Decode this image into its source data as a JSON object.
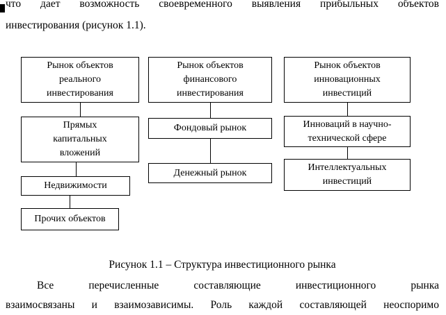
{
  "document": {
    "intro_line1": "что дает возможность своевременного выявления прибыльных объектов",
    "intro_line2": "инвестирования (рисунок 1.1).",
    "caption": "Рисунок 1.1 – Структура инвестиционного рынка",
    "body_line1": "Все перечисленные составляющие инвестиционного рынка",
    "body_line2": "взаимосвязаны и взаимозависимы. Роль каждой составляющей неоспоримо"
  },
  "diagram": {
    "columns": [
      {
        "boxes": [
          "Рынок объектов\nреального\nинвестирования",
          "Прямых\nкапитальных\nвложений",
          "Недвижимости",
          "Прочих объектов"
        ]
      },
      {
        "boxes": [
          "Рынок объектов\nфинансового\nинвестирования",
          "Фондовый рынок",
          "Денежный рынок"
        ]
      },
      {
        "boxes": [
          "Рынок объектов\nинновационных\nинвестиций",
          "Инноваций в научно-\nтехнической сфере",
          "Интеллектуальных\nинвестиций"
        ]
      }
    ]
  }
}
